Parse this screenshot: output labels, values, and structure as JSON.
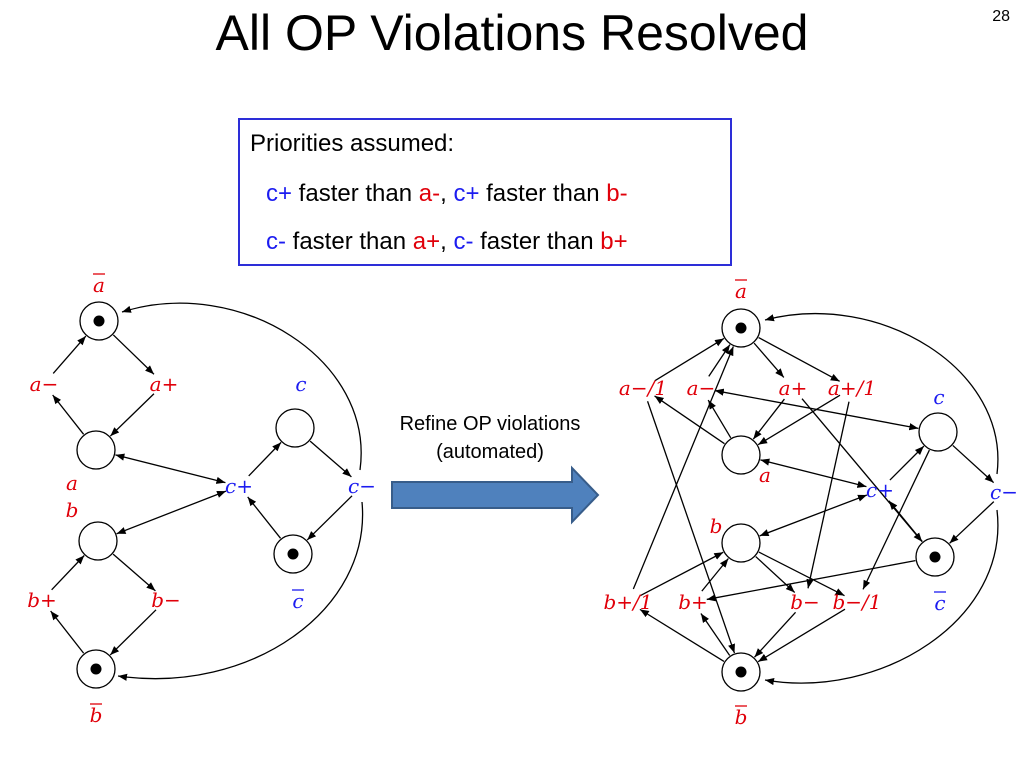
{
  "slide": {
    "title": "All OP Violations Resolved",
    "number": "28"
  },
  "priorities": {
    "heading": "Priorities assumed:",
    "line1": [
      {
        "text": "c+",
        "color": "blue"
      },
      {
        "text": " faster than ",
        "color": "black"
      },
      {
        "text": "a-",
        "color": "red"
      },
      {
        "text": ", ",
        "color": "black"
      },
      {
        "text": "c+",
        "color": "blue"
      },
      {
        "text": " faster than ",
        "color": "black"
      },
      {
        "text": "b-",
        "color": "red"
      }
    ],
    "line2": [
      {
        "text": "c-",
        "color": "blue"
      },
      {
        "text": " faster than ",
        "color": "black"
      },
      {
        "text": "a+",
        "color": "red"
      },
      {
        "text": ", ",
        "color": "black"
      },
      {
        "text": "c-",
        "color": "blue"
      },
      {
        "text": " faster than ",
        "color": "black"
      },
      {
        "text": "b+",
        "color": "red"
      }
    ]
  },
  "arrow_caption": {
    "line1": "Refine OP violations",
    "line2": "(automated)"
  },
  "colors": {
    "signal_a_b": "#e0000a",
    "signal_c": "#1c1cf0",
    "box_border": "#2d2ed8",
    "arrow_fill": "#4f81bd",
    "arrow_stroke": "#385d8a"
  },
  "left_graph": {
    "labels": {
      "a_bar": "a",
      "a_minus": "a−",
      "a_plus": "a+",
      "a": "a",
      "b": "b",
      "b_plus": "b+",
      "b_minus": "b−",
      "b_bar": "b",
      "c": "c",
      "c_plus": "c+",
      "c_minus": "c−",
      "c_bar": "c"
    }
  },
  "right_graph": {
    "labels": {
      "a_bar": "a",
      "a_minus_1": "a−/1",
      "a_minus": "a−",
      "a_plus": "a+",
      "a_plus_1": "a+/1",
      "a": "a",
      "c": "c",
      "c_plus": "c+",
      "c_minus": "c−",
      "b": "b",
      "b_plus_1": "b+/1",
      "b_plus": "b+",
      "b_minus": "b−",
      "b_minus_1": "b−/1",
      "c_bar": "c",
      "b_bar": "b"
    }
  }
}
